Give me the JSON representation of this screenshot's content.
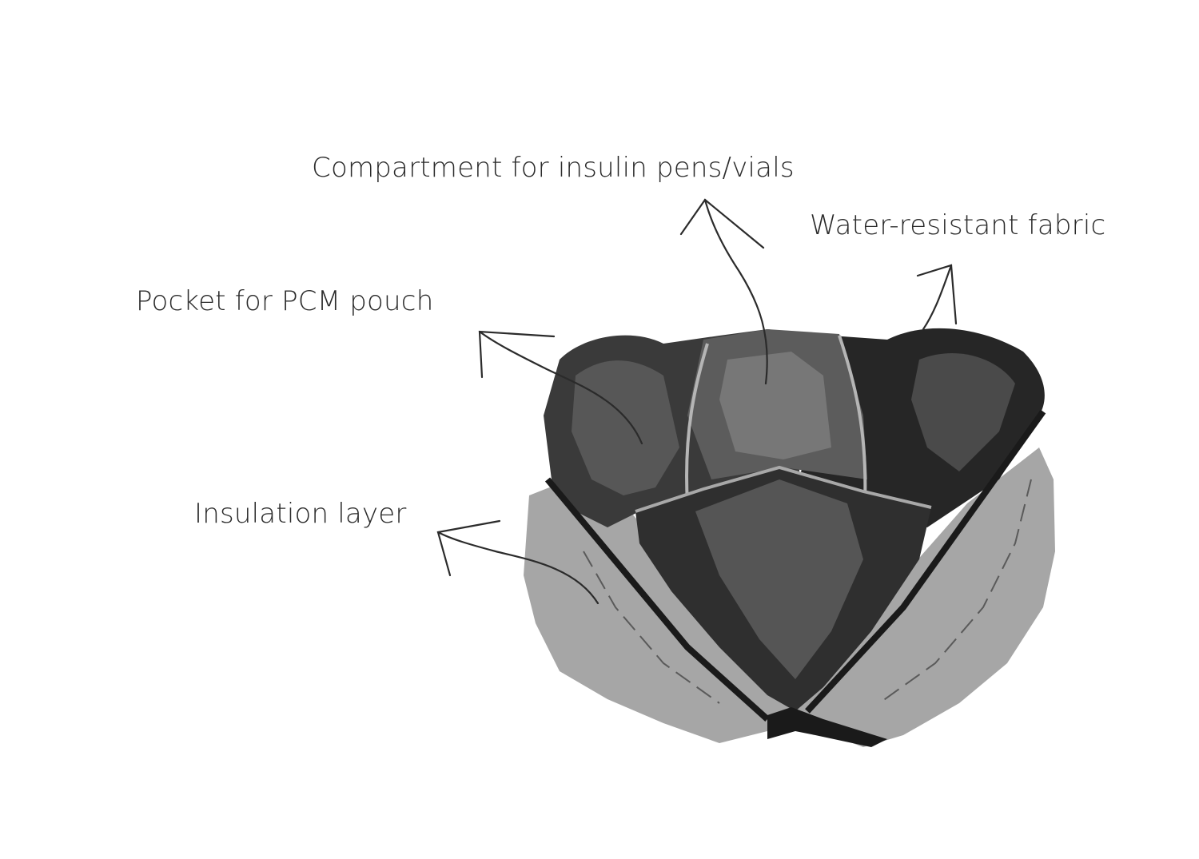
{
  "labels": {
    "compartment": "Compartment for insulin pens/vials",
    "fabric": "Water-resistant fabric",
    "pocket": "Pocket for PCM pouch",
    "insulation": "Insulation layer"
  },
  "colors": {
    "background": "#ffffff",
    "text": "#2b2b2b",
    "arrow": "#2b2b2b",
    "outer_shell": "#a6a6a6",
    "inner_dark": "#262626",
    "inner_mid": "#4d4d4d",
    "inner_light": "#6a6a6a",
    "divider_edge": "#b5b5b5"
  },
  "icons": {
    "callout_arrow": "curved-arrow-icon",
    "case": "insulin-cooler-case-icon"
  }
}
